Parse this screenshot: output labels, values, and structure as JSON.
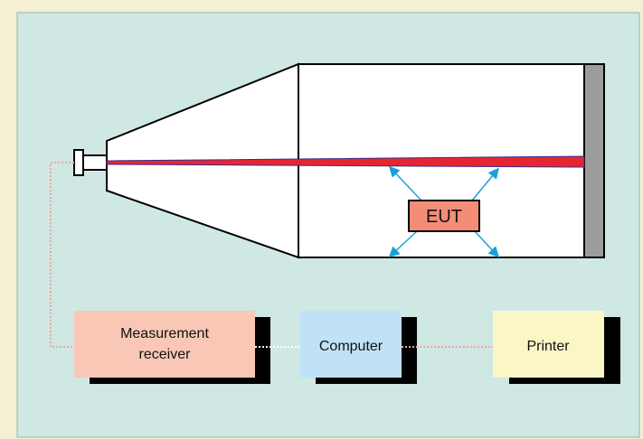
{
  "diagram": {
    "eut_label": "EUT",
    "measurement_receiver_label": [
      "Measurement",
      "receiver"
    ],
    "computer_label": "Computer",
    "printer_label": "Printer"
  },
  "colors": {
    "background_outer": "#f5efd3",
    "panel": "#cfe8e4",
    "beam": "#e52632",
    "beam_edge": "#3d2c8c",
    "eut_fill": "#f48d76",
    "arrow": "#1d9fd6",
    "absorber": "#9c9c9c",
    "receiver_fill": "#f9c7b6",
    "computer_fill": "#bfe2f6",
    "printer_fill": "#fbf6c6",
    "shadow": "#000000",
    "cable": "#e8a8a2"
  }
}
